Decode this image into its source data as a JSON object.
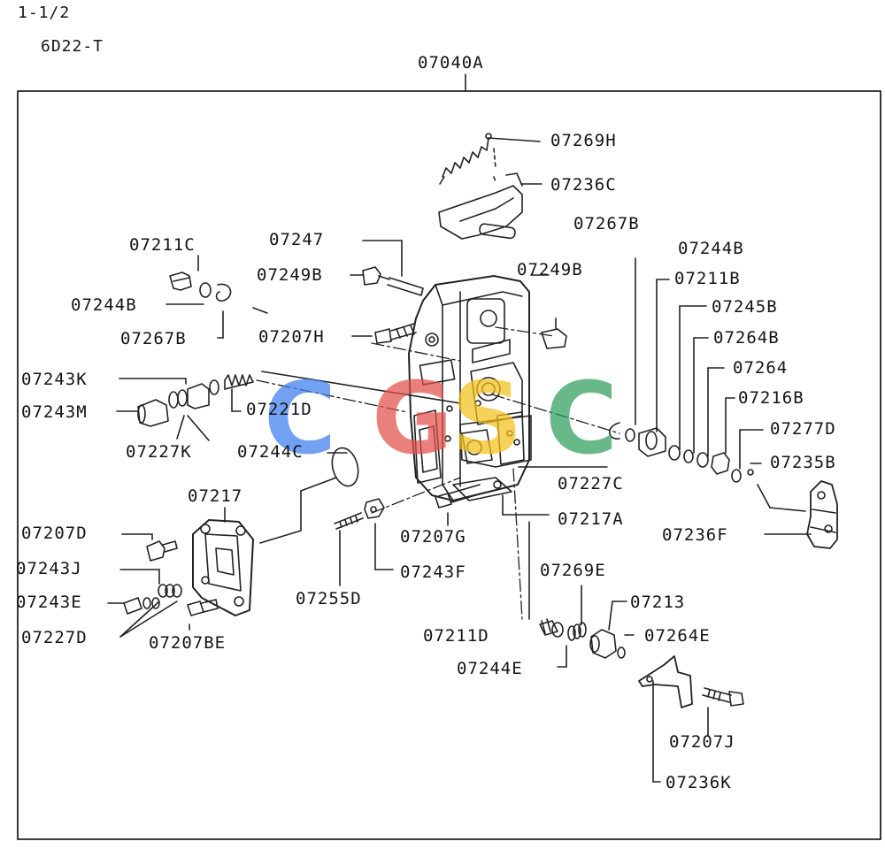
{
  "header": {
    "page": "1-1/2",
    "model": "6D22-T",
    "assembly": "07040A"
  },
  "watermark": {
    "letters": [
      {
        "char": "C",
        "color": "#3d7ef0"
      },
      {
        "char": "G",
        "color": "#e2504a"
      },
      {
        "char": "S",
        "color": "#f4c21c"
      },
      {
        "char": "C",
        "color": "#2f9e5e"
      }
    ]
  },
  "labels": {
    "l07269H": "07269H",
    "l07236C": "07236C",
    "l07267B_top": "07267B",
    "l07244B_top": "07244B",
    "l07211B": "07211B",
    "l07245B": "07245B",
    "l07264B": "07264B",
    "l07264": "07264",
    "l07216B": "07216B",
    "l07277D": "07277D",
    "l07235B": "07235B",
    "l07236F": "07236F",
    "l07211C": "07211C",
    "l07247": "07247",
    "l07249B_left": "07249B",
    "l07249B_right": "07249B",
    "l07244B_left": "07244B",
    "l07267B_left": "07267B",
    "l07207H": "07207H",
    "l07243K": "07243K",
    "l07243M": "07243M",
    "l07221D": "07221D",
    "l07227K": "07227K",
    "l07244C": "07244C",
    "l07227C": "07227C",
    "l07217": "07217",
    "l07217A": "07217A",
    "l07207D": "07207D",
    "l07207G": "07207G",
    "l07243J": "07243J",
    "l07243F": "07243F",
    "l07243E": "07243E",
    "l07255D": "07255D",
    "l07227D": "07227D",
    "l07207BE": "07207BE",
    "l07269E": "07269E",
    "l07213": "07213",
    "l07211D": "07211D",
    "l07264E": "07264E",
    "l07244E": "07244E",
    "l07207J": "07207J",
    "l07236K": "07236K"
  }
}
